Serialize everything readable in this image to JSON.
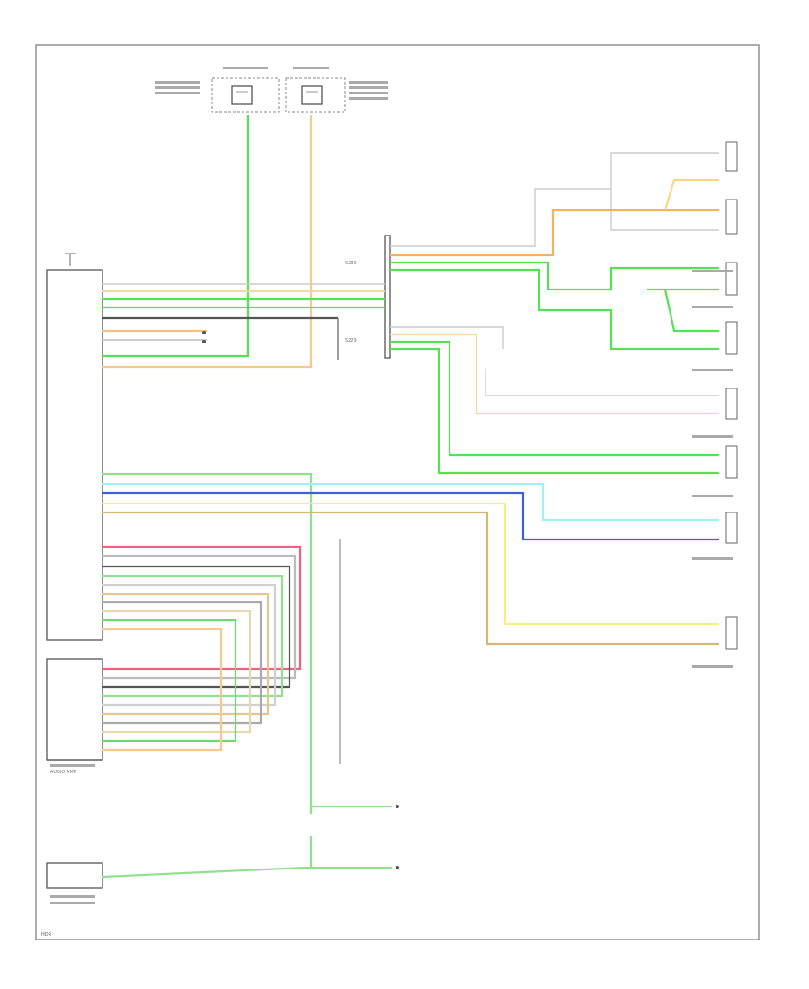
{
  "colors": {
    "green": "#55e055",
    "orange": "#f5b060",
    "light_orange": "#f8c890",
    "yellow": "#f5f080",
    "tan": "#d4b878",
    "cyan": "#a0f0f8",
    "blue": "#4060d8",
    "pink": "#f06080",
    "gray": "#999999",
    "dark_gray": "#555555",
    "light_gray": "#cccccc",
    "frame": "#8a8a8a"
  },
  "labels": {
    "footer": "HDR",
    "module_bottom": "AUDIO AMP",
    "splice_left": "S230",
    "splice_right": "S229"
  }
}
